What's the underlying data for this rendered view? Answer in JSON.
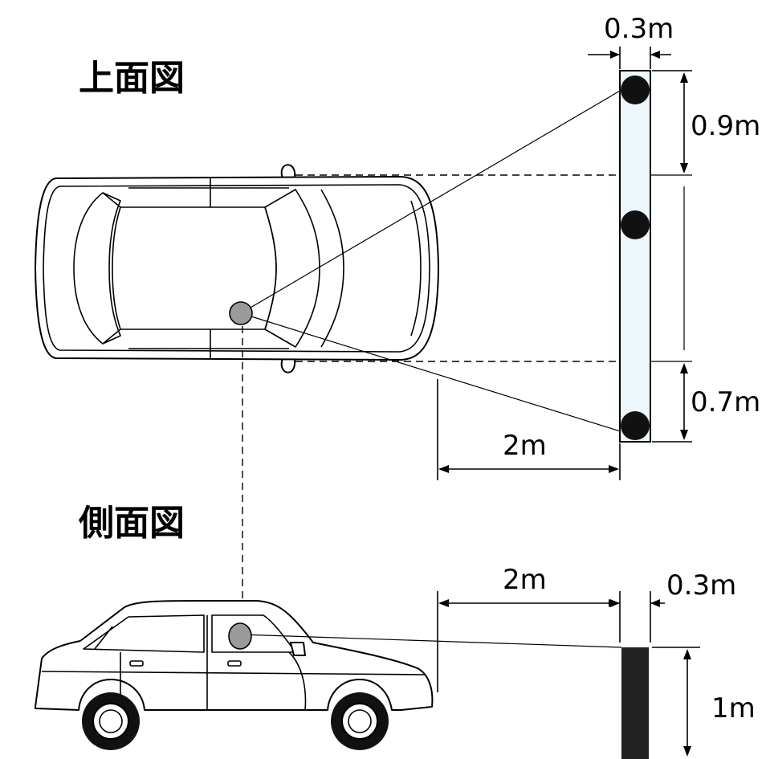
{
  "titles": {
    "top_view": "上面図",
    "side_view": "側面図"
  },
  "dimensions": {
    "top_width": "0.3m",
    "top_upper_gap": "0.9m",
    "top_lower_gap": "0.7m",
    "top_distance": "2m",
    "side_distance": "2m",
    "side_width": "0.3m",
    "side_height": "1m"
  },
  "colors": {
    "line": "#000000",
    "panel_fill": "#eef7fb",
    "eye_fill": "#9a9a9a",
    "dot_fill": "#111111",
    "bar_fill": "#222222"
  }
}
